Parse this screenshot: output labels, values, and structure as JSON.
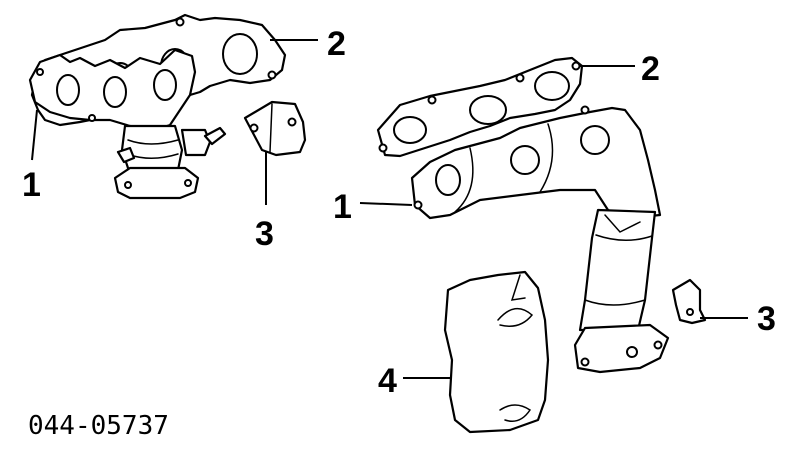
{
  "diagram": {
    "callouts": {
      "left_manifold": "1",
      "left_gasket": "2",
      "left_bracket": "3",
      "right_manifold": "1",
      "right_gasket": "2",
      "right_bracket": "3",
      "heat_shield": "4"
    },
    "figure_code": "044-05737"
  }
}
